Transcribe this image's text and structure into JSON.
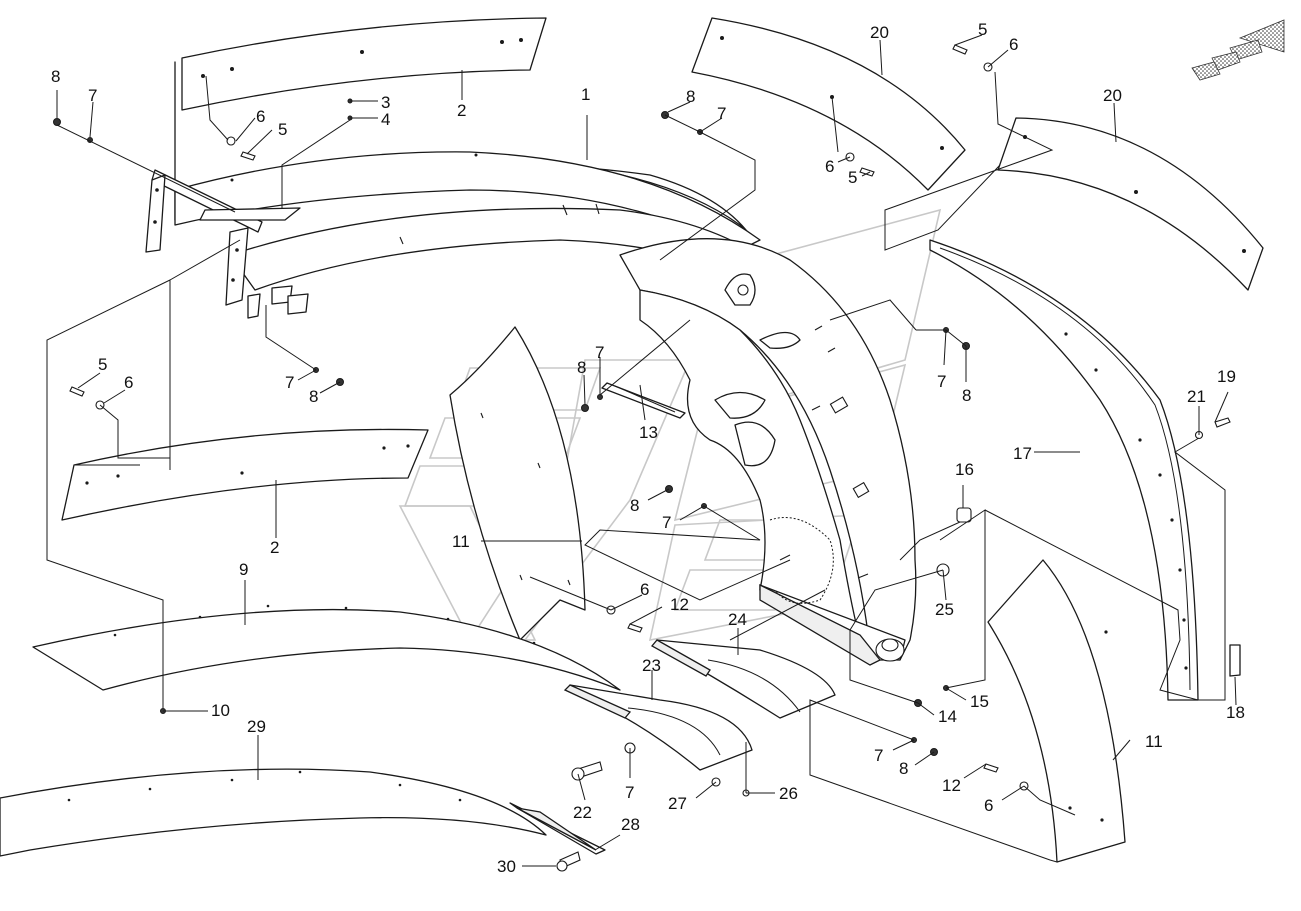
{
  "diagram": {
    "callouts": [
      {
        "id": "c-1-top",
        "text": "1"
      },
      {
        "id": "c-2-top",
        "text": "2"
      },
      {
        "id": "c-2-mid",
        "text": "2"
      },
      {
        "id": "c-3",
        "text": "3"
      },
      {
        "id": "c-4",
        "text": "4"
      },
      {
        "id": "c-5-a",
        "text": "5"
      },
      {
        "id": "c-5-b",
        "text": "5"
      },
      {
        "id": "c-5-c",
        "text": "5"
      },
      {
        "id": "c-5-d",
        "text": "5"
      },
      {
        "id": "c-6-a",
        "text": "6"
      },
      {
        "id": "c-6-b",
        "text": "6"
      },
      {
        "id": "c-6-c",
        "text": "6"
      },
      {
        "id": "c-6-d",
        "text": "6"
      },
      {
        "id": "c-6-e",
        "text": "6"
      },
      {
        "id": "c-6-f",
        "text": "6"
      },
      {
        "id": "c-7-a",
        "text": "7"
      },
      {
        "id": "c-7-b",
        "text": "7"
      },
      {
        "id": "c-7-c",
        "text": "7"
      },
      {
        "id": "c-7-d",
        "text": "7"
      },
      {
        "id": "c-7-e",
        "text": "7"
      },
      {
        "id": "c-7-f",
        "text": "7"
      },
      {
        "id": "c-7-g",
        "text": "7"
      },
      {
        "id": "c-7-h",
        "text": "7"
      },
      {
        "id": "c-8-a",
        "text": "8"
      },
      {
        "id": "c-8-b",
        "text": "8"
      },
      {
        "id": "c-8-c",
        "text": "8"
      },
      {
        "id": "c-8-d",
        "text": "8"
      },
      {
        "id": "c-8-e",
        "text": "8"
      },
      {
        "id": "c-8-f",
        "text": "8"
      },
      {
        "id": "c-8-g",
        "text": "8"
      },
      {
        "id": "c-9",
        "text": "9"
      },
      {
        "id": "c-10",
        "text": "10"
      },
      {
        "id": "c-11-a",
        "text": "11"
      },
      {
        "id": "c-11-b",
        "text": "11"
      },
      {
        "id": "c-12-a",
        "text": "12"
      },
      {
        "id": "c-12-b",
        "text": "12"
      },
      {
        "id": "c-13",
        "text": "13"
      },
      {
        "id": "c-14",
        "text": "14"
      },
      {
        "id": "c-15",
        "text": "15"
      },
      {
        "id": "c-16",
        "text": "16"
      },
      {
        "id": "c-17",
        "text": "17"
      },
      {
        "id": "c-18",
        "text": "18"
      },
      {
        "id": "c-19",
        "text": "19"
      },
      {
        "id": "c-20-a",
        "text": "20"
      },
      {
        "id": "c-20-b",
        "text": "20"
      },
      {
        "id": "c-21",
        "text": "21"
      },
      {
        "id": "c-22",
        "text": "22"
      },
      {
        "id": "c-23",
        "text": "23"
      },
      {
        "id": "c-24",
        "text": "24"
      },
      {
        "id": "c-25",
        "text": "25"
      },
      {
        "id": "c-26",
        "text": "26"
      },
      {
        "id": "c-27",
        "text": "27"
      },
      {
        "id": "c-28",
        "text": "28"
      },
      {
        "id": "c-29",
        "text": "29"
      },
      {
        "id": "c-30",
        "text": "30"
      }
    ],
    "icons": {
      "direction": "travel-direction-arrow-icon",
      "watermark": "watermark-logo"
    },
    "colors": {
      "line": "#1a1a1a",
      "background": "#ffffff",
      "watermark": "#c8c8c8"
    }
  }
}
